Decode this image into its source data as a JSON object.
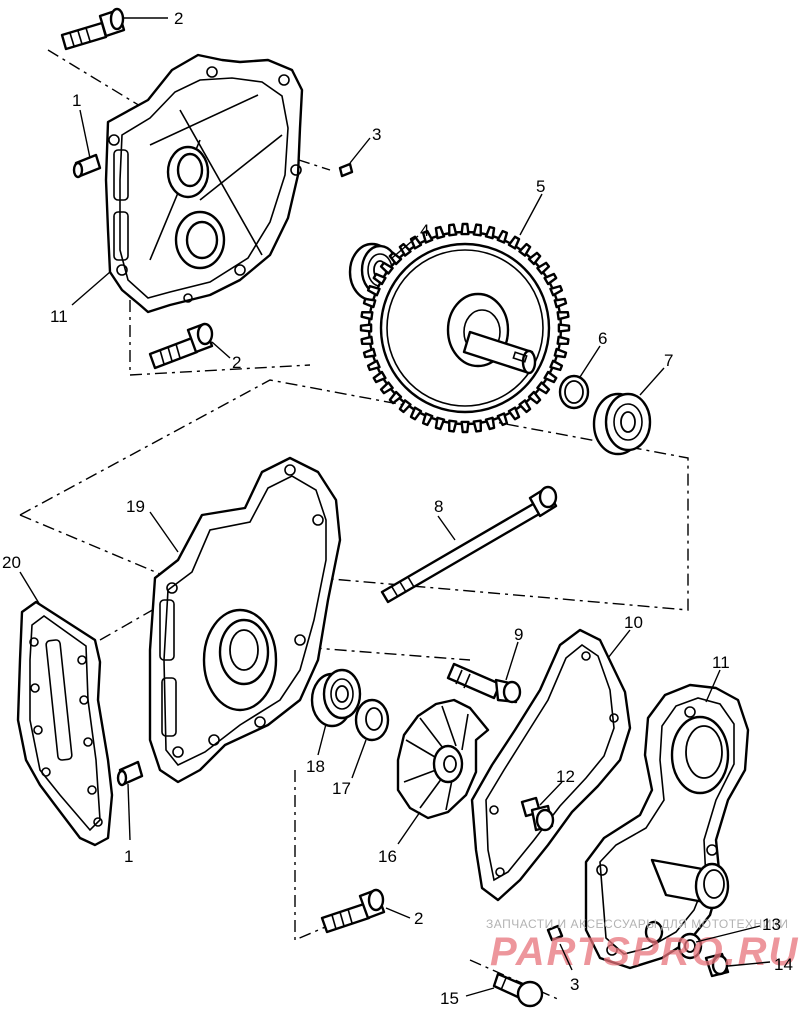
{
  "callouts": {
    "c2a": "2",
    "c1a": "1",
    "c3a": "3",
    "c11a": "11",
    "c2b": "2",
    "c4": "4",
    "c5": "5",
    "c6": "6",
    "c7": "7",
    "c8": "8",
    "c19": "19",
    "c20": "20",
    "c9": "9",
    "c10": "10",
    "c11b": "11",
    "c18": "18",
    "c17": "17",
    "c16": "16",
    "c12": "12",
    "c1b": "1",
    "c2c": "2",
    "c3b": "3",
    "c13": "13",
    "c14": "14",
    "c15": "15"
  },
  "watermark": {
    "tagline": "ЗАПЧАСТИ И АКСЕССУАРЫ ДЛЯ МОТОТЕХНИКИ",
    "logo": "PARTSPRO.RU"
  }
}
